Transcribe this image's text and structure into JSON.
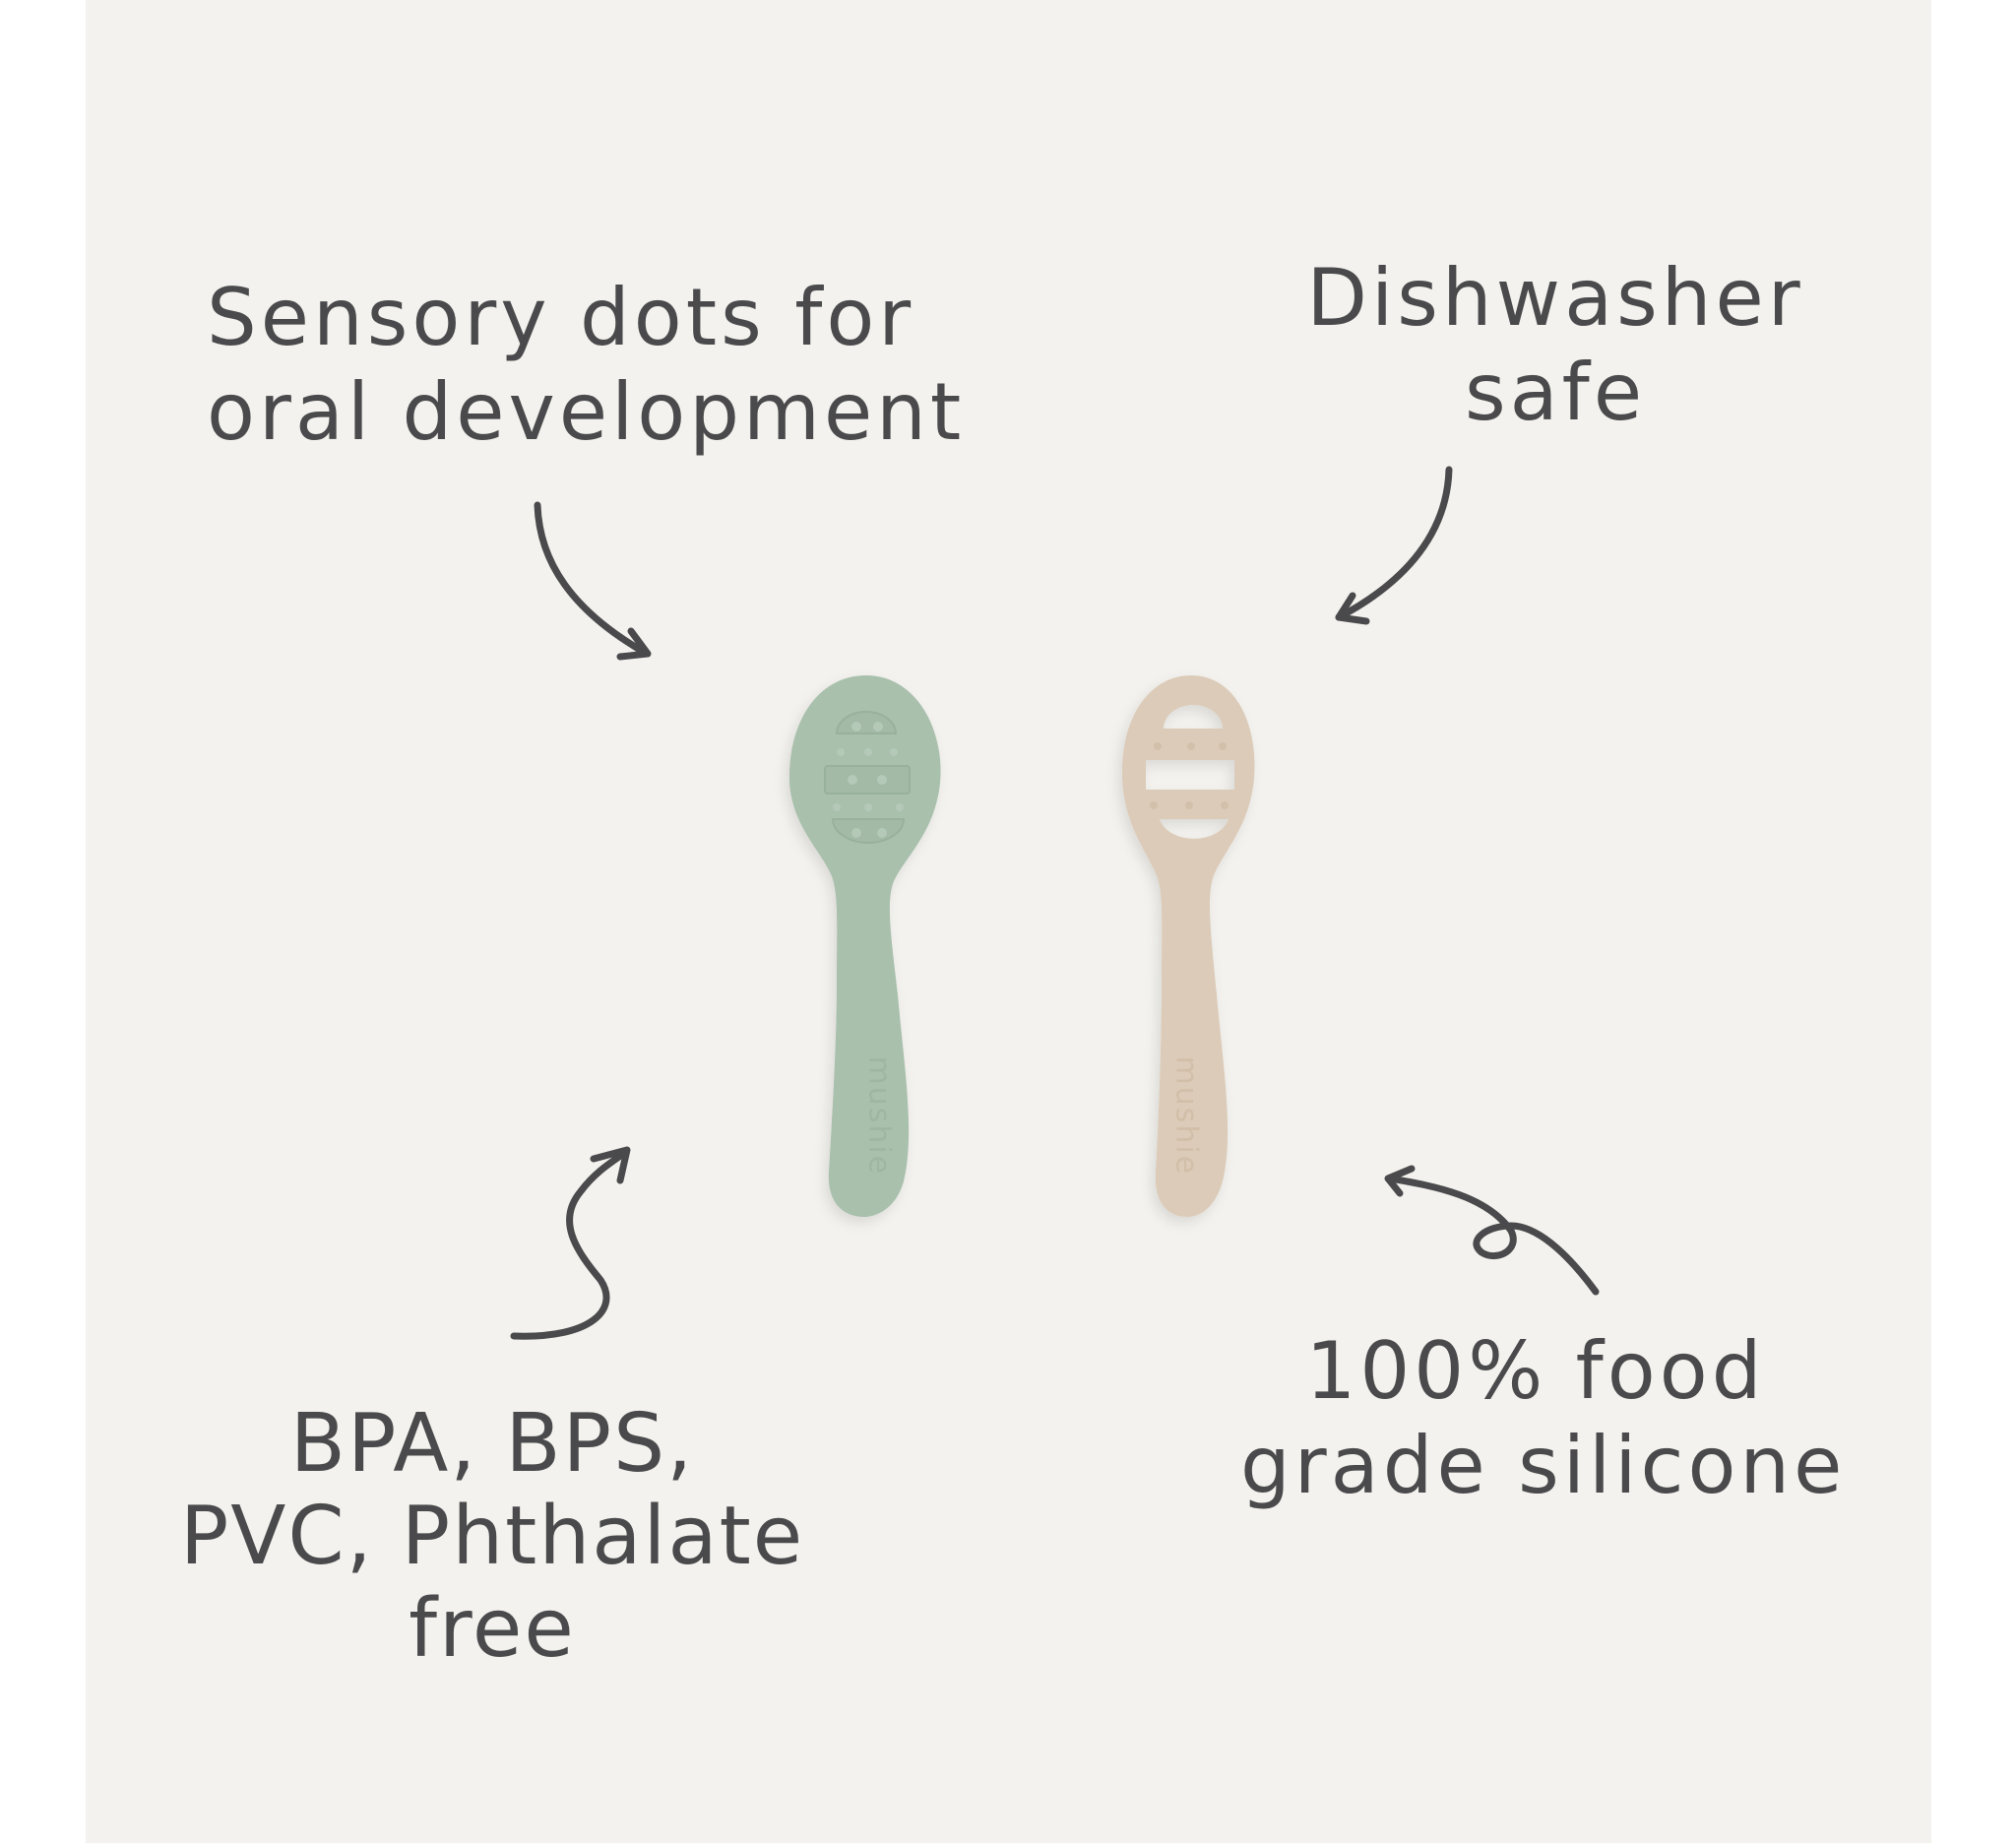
{
  "callouts": {
    "sensory": {
      "lines": [
        "Sensory dots for",
        "oral development"
      ]
    },
    "dishwasher": {
      "lines": [
        "Dishwasher",
        "safe"
      ]
    },
    "bpa_free": {
      "lines": [
        "BPA, BPS,",
        "PVC, Phthalate",
        "free"
      ]
    },
    "silicone": {
      "lines": [
        "100% food",
        "grade silicone"
      ]
    }
  },
  "products": [
    {
      "name": "sage-spoon",
      "color": "#a9c0ad",
      "brand": "mushie",
      "feature": "sensory dots"
    },
    {
      "name": "shifting-sand-spoon",
      "color": "#dccbb8",
      "brand": "mushie",
      "feature": "cut-out slots"
    }
  ],
  "colors": {
    "background": "#f3f2ee",
    "text": "#4a4a4c",
    "sage": "#a9c0ad",
    "sand": "#dccbb8"
  }
}
